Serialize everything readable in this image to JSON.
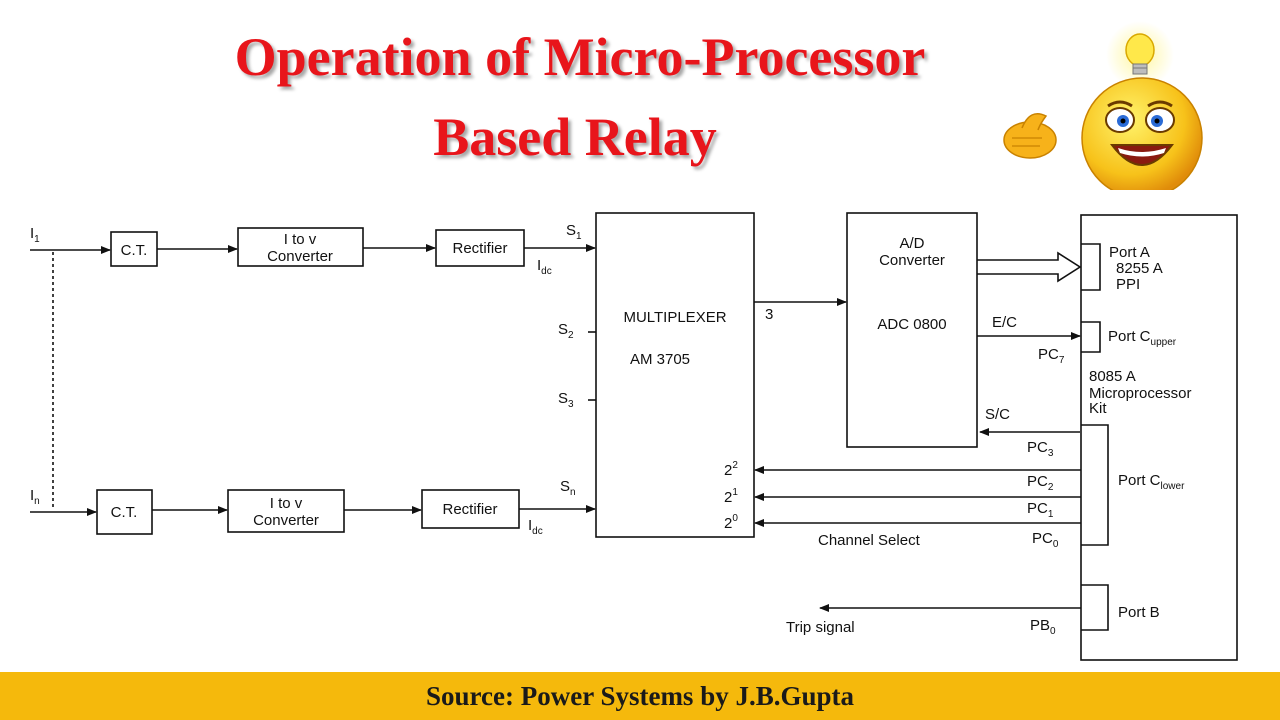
{
  "title": {
    "line1": "Operation of Micro-Processor",
    "line2": "Based Relay"
  },
  "footer": {
    "source": "Source: Power Systems by J.B.Gupta"
  },
  "diagram": {
    "input_top": "I",
    "input_top_sub": "1",
    "input_bottom": "I",
    "input_bottom_sub": "n",
    "ct": "C.T.",
    "converter_line1": "I to v",
    "converter_line2": "Converter",
    "rectifier": "Rectifier",
    "idc": "I",
    "idc_sub": "dc",
    "s1": "S",
    "s1_sub": "1",
    "s2": "S",
    "s2_sub": "2",
    "s3": "S",
    "s3_sub": "3",
    "sn": "S",
    "sn_sub": "n",
    "mux_line1": "MULTIPLEXER",
    "mux_line2": "AM 3705",
    "mux_out": "3",
    "adc_line1": "A/D",
    "adc_line2": "Converter",
    "adc_line3": "ADC 0800",
    "ec": "E/C",
    "pc7": "PC",
    "pc7_sub": "7",
    "sc": "S/C",
    "pc3": "PC",
    "pc3_sub": "3",
    "pc2": "PC",
    "pc2_sub": "2",
    "pc1": "PC",
    "pc1_sub": "1",
    "pc0": "PC",
    "pc0_sub": "0",
    "b22": "2",
    "b22_sup": "2",
    "b21": "2",
    "b21_sup": "1",
    "b20": "2",
    "b20_sup": "0",
    "channel_select": "Channel Select",
    "porta_line1": "Port A",
    "porta_line2": "8255 A",
    "porta_line3": "PPI",
    "portc_upper": "Port C",
    "portc_upper_sub": "upper",
    "kit_line1": "8085 A",
    "kit_line2": "Microprocessor",
    "kit_line3": "Kit",
    "portc_lower": "Port C",
    "portc_lower_sub": "lower",
    "portb": "Port B",
    "pb0": "PB",
    "pb0_sub": "0",
    "trip": "Trip signal"
  },
  "colors": {
    "title": "#e8151b",
    "footer_bg": "#f5b90c",
    "footer_text": "#1a1a1a",
    "lines": "#111111"
  },
  "icons": [
    "thumbs-up-icon",
    "light-bulb-icon",
    "smiley-face-icon"
  ]
}
